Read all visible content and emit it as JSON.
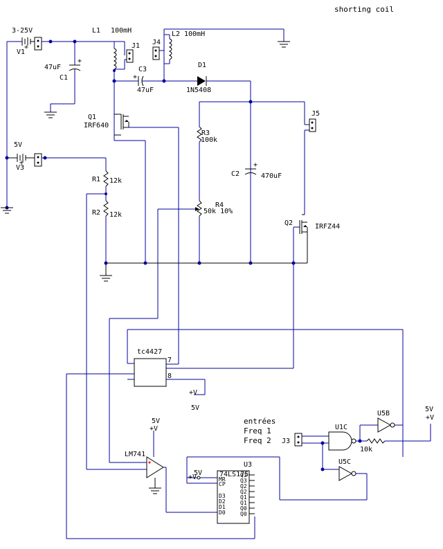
{
  "title": "shorting coil",
  "sources": {
    "v1": {
      "name": "V1",
      "value": "3-25V"
    },
    "v3": {
      "name": "V3",
      "value": "5V"
    }
  },
  "inductors": {
    "l1": {
      "name": "L1",
      "value": "100mH"
    },
    "l2": {
      "name": "L2",
      "value": "100mH"
    }
  },
  "connectors": {
    "j1": "J1",
    "j3": "J3",
    "j4": "J4",
    "j5": "J5"
  },
  "capacitors": {
    "c1": {
      "name": "C1",
      "value": "47uF"
    },
    "c2": {
      "name": "C2",
      "value": "470uF"
    },
    "c3": {
      "name": "C3",
      "value": "47uF"
    }
  },
  "diode": {
    "name": "D1",
    "part": "1N5408"
  },
  "transistors": {
    "q1": {
      "name": "Q1",
      "part": "IRF640"
    },
    "q2": {
      "name": "Q2",
      "part": "IRFZ44"
    }
  },
  "resistors": {
    "r1": {
      "name": "R1",
      "value": "12k"
    },
    "r2": {
      "name": "R2",
      "value": "12k"
    },
    "r3": {
      "name": "R3",
      "value": "100k"
    },
    "r4": {
      "name": "R4",
      "value": "50k 10%"
    },
    "r_gate": {
      "value": "10k"
    }
  },
  "ics": {
    "driver": {
      "part": "tc4427",
      "pin7": "7",
      "pin8": "8"
    },
    "opamp": {
      "part": "LM741"
    },
    "register": {
      "name": "U3",
      "part": "74LS175",
      "pins_left": [
        "MR",
        "CP",
        "D3",
        "D2",
        "D1",
        "D0"
      ],
      "pins_right": [
        "Q3",
        "Q3",
        "Q2",
        "Q2",
        "Q1",
        "Q1",
        "Q0",
        "Q0"
      ]
    },
    "nand": {
      "name": "U1C"
    },
    "inv_b": {
      "name": "U5B"
    },
    "inv_c": {
      "name": "U5C"
    }
  },
  "supply_labels": {
    "tc_plus": "+V",
    "tc_5v": "5V",
    "op_plus": "+V",
    "op_5v": "5V",
    "u3_plus": "+V",
    "u3_5v": "5V",
    "right_plus": "+V",
    "right_5v": "5V"
  },
  "inputs": {
    "title": "entrées",
    "freq1": "Freq 1",
    "freq2": "Freq 2"
  }
}
